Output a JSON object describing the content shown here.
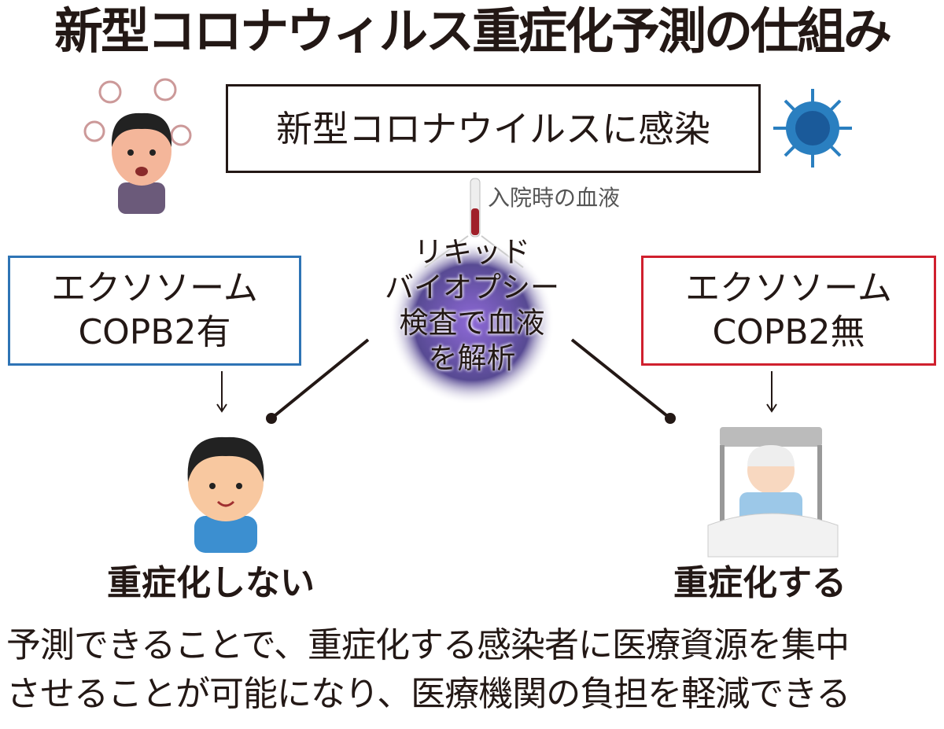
{
  "title": "新型コロナウィルス重症化予測の仕組み",
  "infection_box": "新型コロナウイルスに感染",
  "blood_label": "入院時の血液",
  "center_text": [
    "リキッド",
    "バイオプシー",
    "検査で血液",
    "を解析"
  ],
  "left_box": {
    "line1": "エクソソーム",
    "line2": "COPB2有"
  },
  "right_box": {
    "line1": "エクソソーム",
    "line2": "COPB2無"
  },
  "left_outcome": "重症化しない",
  "right_outcome": "重症化する",
  "bottom_text": [
    "予測できることで、重症化する感染者に医療資源を集中",
    "させることが可能になり、医療機関の負担を軽減できる"
  ],
  "colors": {
    "left_border": "#2e74b5",
    "right_border": "#d0202e",
    "text": "#231815"
  }
}
